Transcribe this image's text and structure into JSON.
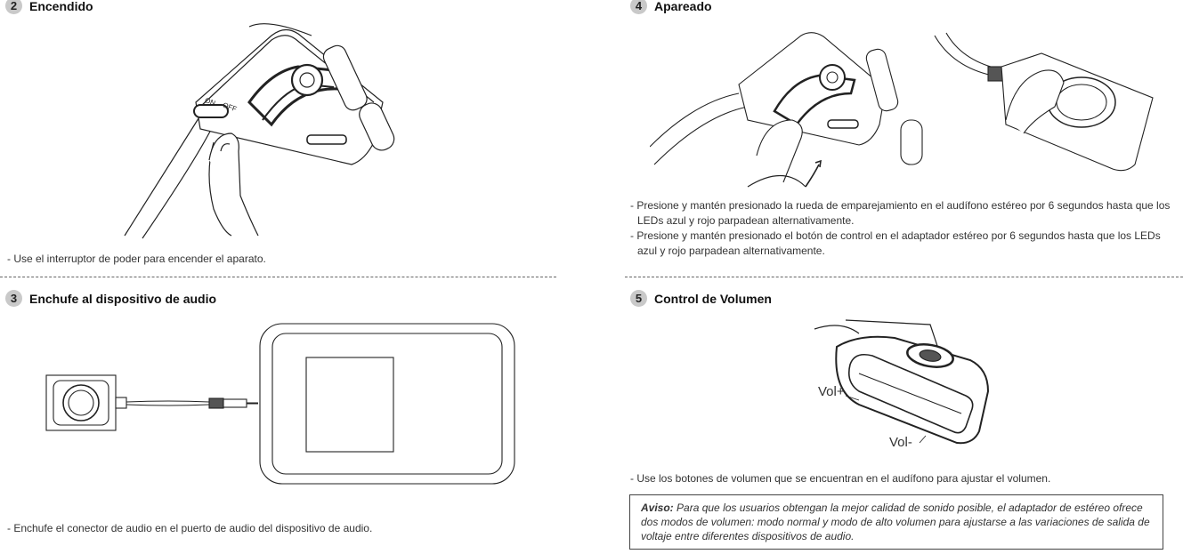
{
  "sections": {
    "s2": {
      "num": "2",
      "title": "Encendido",
      "bullets": [
        "- Use el interruptor de poder para encender el aparato."
      ],
      "labels": {
        "on": "ON",
        "off": "OFF"
      }
    },
    "s3": {
      "num": "3",
      "title": "Enchufe al dispositivo de audio",
      "bullets": [
        "- Enchufe el conector de audio en el puerto de audio del dispositivo de audio."
      ]
    },
    "s4": {
      "num": "4",
      "title": "Apareado",
      "bullets": [
        "- Presione y mantén presionado la rueda de emparejamiento en el audífono estéreo por 6 segundos hasta que los LEDs azul y rojo parpadean alternativamente.",
        "- Presione y mantén presionado el botón de control en el adaptador estéreo por 6 segundos hasta que los LEDs azul y rojo parpadean alternativamente."
      ]
    },
    "s5": {
      "num": "5",
      "title": "Control de Volumen",
      "labels": {
        "vol_up": "Vol+",
        "vol_down": "Vol-"
      },
      "bullets": [
        "- Use los botones de volumen que se encuentran en el audífono para ajustar el volumen."
      ],
      "notice": {
        "label": "Aviso:",
        "text": "Para que los usuarios obtengan la mejor calidad de sonido posible, el adaptador de estéreo ofrece dos modos de volumen: modo normal y modo de alto volumen para ajustarse a las variaciones de salida de voltaje entre diferentes dispositivos de audio."
      }
    }
  }
}
